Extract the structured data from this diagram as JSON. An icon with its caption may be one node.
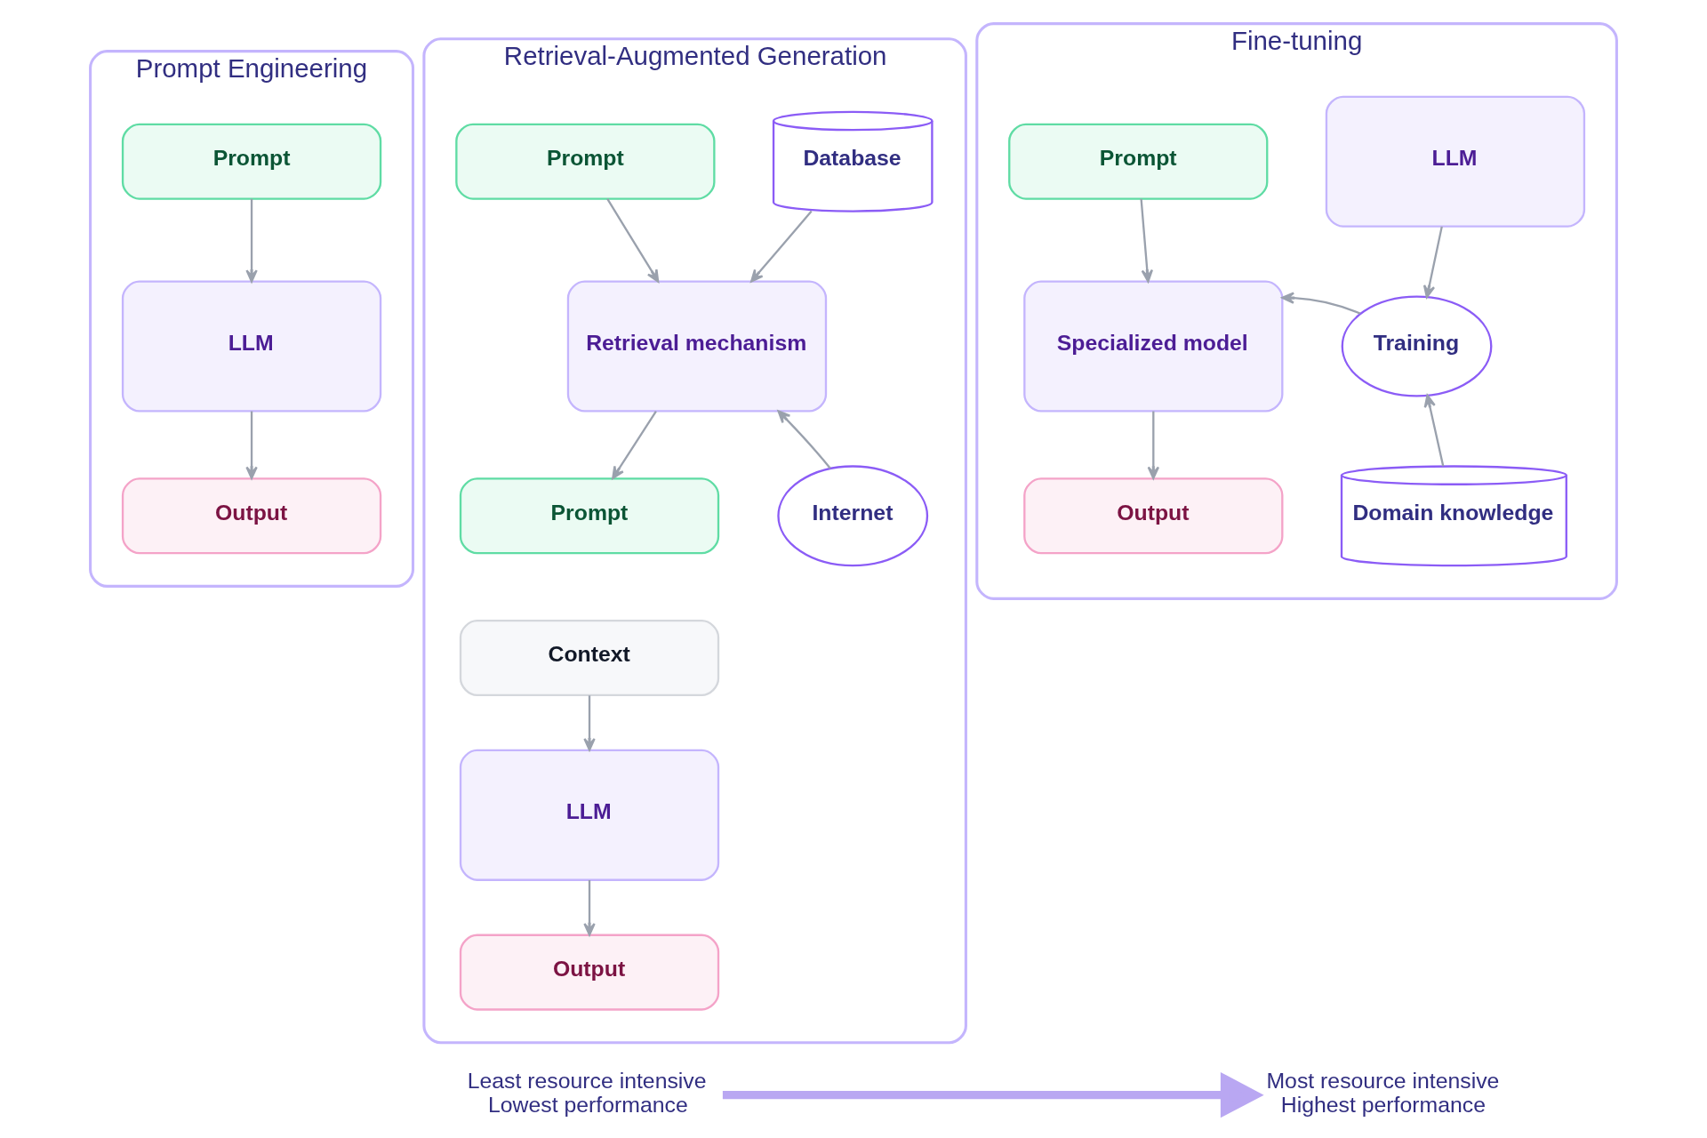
{
  "diagram": {
    "nodes": [
      {
        "text": [
          "Prompt Engineering"
        ]
      },
      {
        "text": [
          "Prompt"
        ],
        "in": 0
      },
      {
        "text": [
          "LLM"
        ],
        "in": 0
      },
      {
        "text": [
          "Output"
        ],
        "in": 0
      },
      {
        "text": [
          "Retrieval-Augmented Generation"
        ]
      },
      {
        "text": [
          "Prompt"
        ],
        "in": 4
      },
      {
        "text": [
          "Retrieval mechanism"
        ],
        "in": 4
      },
      {
        "text": [
          "Database"
        ],
        "in": 4
      },
      {
        "text": [
          "Internet"
        ],
        "in": 4
      },
      {
        "text": [
          "Prompt"
        ],
        "in": 4
      },
      {
        "text": [
          "Context"
        ],
        "in": 4
      },
      {
        "text": [
          "LLM"
        ],
        "in": 4
      },
      {
        "text": [
          "Output"
        ],
        "in": 4
      },
      {
        "text": [
          "Fine-tuning"
        ]
      },
      {
        "text": [
          "Prompt"
        ],
        "in": 13
      },
      {
        "text": [
          "LLM"
        ],
        "in": 13
      },
      {
        "text": [
          "Specialized model"
        ],
        "in": 13
      },
      {
        "text": [
          "Training"
        ],
        "in": 13
      },
      {
        "text": [
          "Output"
        ],
        "in": 13
      },
      {
        "text": [
          "Domain knowledge"
        ],
        "in": 13
      },
      {
        "text": [
          "Least resource intensive",
          "Lowest performance"
        ]
      },
      {
        "text": [
          "Most resource intensive",
          "Highest performance"
        ]
      }
    ],
    "edges": [
      {
        "from": 1,
        "to": 2,
        "arrow": "to"
      },
      {
        "from": 2,
        "to": 3,
        "arrow": "to"
      },
      {
        "from": 5,
        "to": 6,
        "arrow": "to"
      },
      {
        "from": 7,
        "to": 6,
        "arrow": "to"
      },
      {
        "from": 8,
        "to": 6,
        "arrow": "to"
      },
      {
        "from": 6,
        "to": 9,
        "arrow": "to"
      },
      {
        "from": 10,
        "to": 11,
        "arrow": "to"
      },
      {
        "from": 11,
        "to": 12,
        "arrow": "to"
      },
      {
        "from": 14,
        "to": 16,
        "arrow": "to"
      },
      {
        "from": 15,
        "to": 17,
        "arrow": "to"
      },
      {
        "from": 17,
        "to": 16,
        "arrow": "to"
      },
      {
        "from": 19,
        "to": 17,
        "arrow": "to"
      },
      {
        "from": 16,
        "to": 18,
        "arrow": "to"
      },
      {
        "from": 20,
        "to": 21,
        "arrow": "to",
        "style": "thick",
        "color": "#b9a7f2"
      }
    ]
  }
}
